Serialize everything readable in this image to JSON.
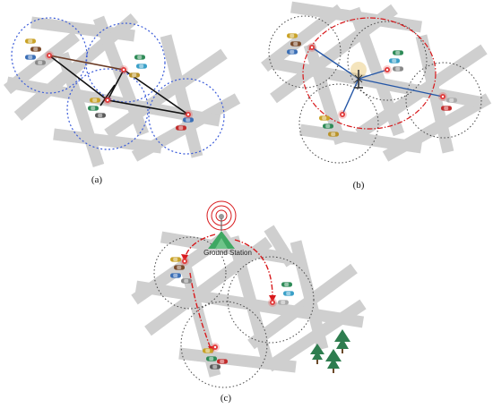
{
  "panels": [
    {
      "id": "a",
      "caption": "(a)"
    },
    {
      "id": "b",
      "caption": "(b)"
    },
    {
      "id": "c",
      "caption": "(c)",
      "station_label": "Ground Station"
    }
  ],
  "colors": {
    "road": "#cfcfcf",
    "coverage_blue": "#3a5bd9",
    "coverage_black": "#444444",
    "link_dark": "#111111",
    "link_brown": "#6a3a24",
    "link_blue": "#2456a6",
    "uav_red": "#e23b3b",
    "dashed_red": "#d8191c",
    "tree_green": "#2e7d4f",
    "station_green": "#3fa863"
  }
}
